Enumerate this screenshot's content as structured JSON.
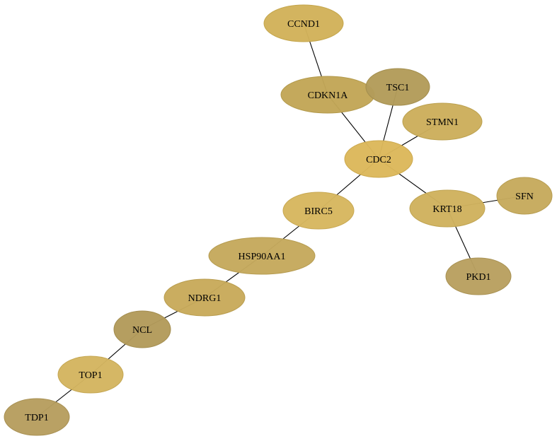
{
  "graph": {
    "nodes": [
      {
        "id": "CCND1",
        "label": "CCND1",
        "fill": "#d2b25a",
        "stroke": "#c4a64c"
      },
      {
        "id": "CDKN1A",
        "label": "CDKN1A",
        "fill": "#c2a657",
        "stroke": "#b39a4c"
      },
      {
        "id": "TSC1",
        "label": "TSC1",
        "fill": "#b39c5a",
        "stroke": "#a38e4e"
      },
      {
        "id": "STMN1",
        "label": "STMN1",
        "fill": "#ccae5c",
        "stroke": "#bca14f"
      },
      {
        "id": "CDC2",
        "label": "CDC2",
        "fill": "#dcb85b",
        "stroke": "#cca94e"
      },
      {
        "id": "BIRC5",
        "label": "BIRC5",
        "fill": "#d7b75f",
        "stroke": "#c8a852"
      },
      {
        "id": "KRT18",
        "label": "KRT18",
        "fill": "#d0b25e",
        "stroke": "#c0a452"
      },
      {
        "id": "SFN",
        "label": "SFN",
        "fill": "#c6aa5d",
        "stroke": "#b79d51"
      },
      {
        "id": "PKD1",
        "label": "PKD1",
        "fill": "#b9a060",
        "stroke": "#a99254"
      },
      {
        "id": "HSP90AA1",
        "label": "HSP90AA1",
        "fill": "#c5a95d",
        "stroke": "#b69c51"
      },
      {
        "id": "NDRG1",
        "label": "NDRG1",
        "fill": "#c8aa5b",
        "stroke": "#b99d4f"
      },
      {
        "id": "NCL",
        "label": "NCL",
        "fill": "#b39b5b",
        "stroke": "#a38d4f"
      },
      {
        "id": "TOP1",
        "label": "TOP1",
        "fill": "#d4b560",
        "stroke": "#c5a753"
      },
      {
        "id": "TDP1",
        "label": "TDP1",
        "fill": "#b79e5f",
        "stroke": "#a89053"
      }
    ],
    "edges": [
      {
        "source": "CCND1",
        "target": "CDKN1A"
      },
      {
        "source": "CDKN1A",
        "target": "CDC2"
      },
      {
        "source": "TSC1",
        "target": "CDC2"
      },
      {
        "source": "STMN1",
        "target": "CDC2"
      },
      {
        "source": "CDC2",
        "target": "BIRC5"
      },
      {
        "source": "CDC2",
        "target": "KRT18"
      },
      {
        "source": "KRT18",
        "target": "SFN"
      },
      {
        "source": "KRT18",
        "target": "PKD1"
      },
      {
        "source": "BIRC5",
        "target": "HSP90AA1"
      },
      {
        "source": "HSP90AA1",
        "target": "NDRG1"
      },
      {
        "source": "NDRG1",
        "target": "NCL"
      },
      {
        "source": "NCL",
        "target": "TOP1"
      },
      {
        "source": "TOP1",
        "target": "TDP1"
      }
    ]
  }
}
